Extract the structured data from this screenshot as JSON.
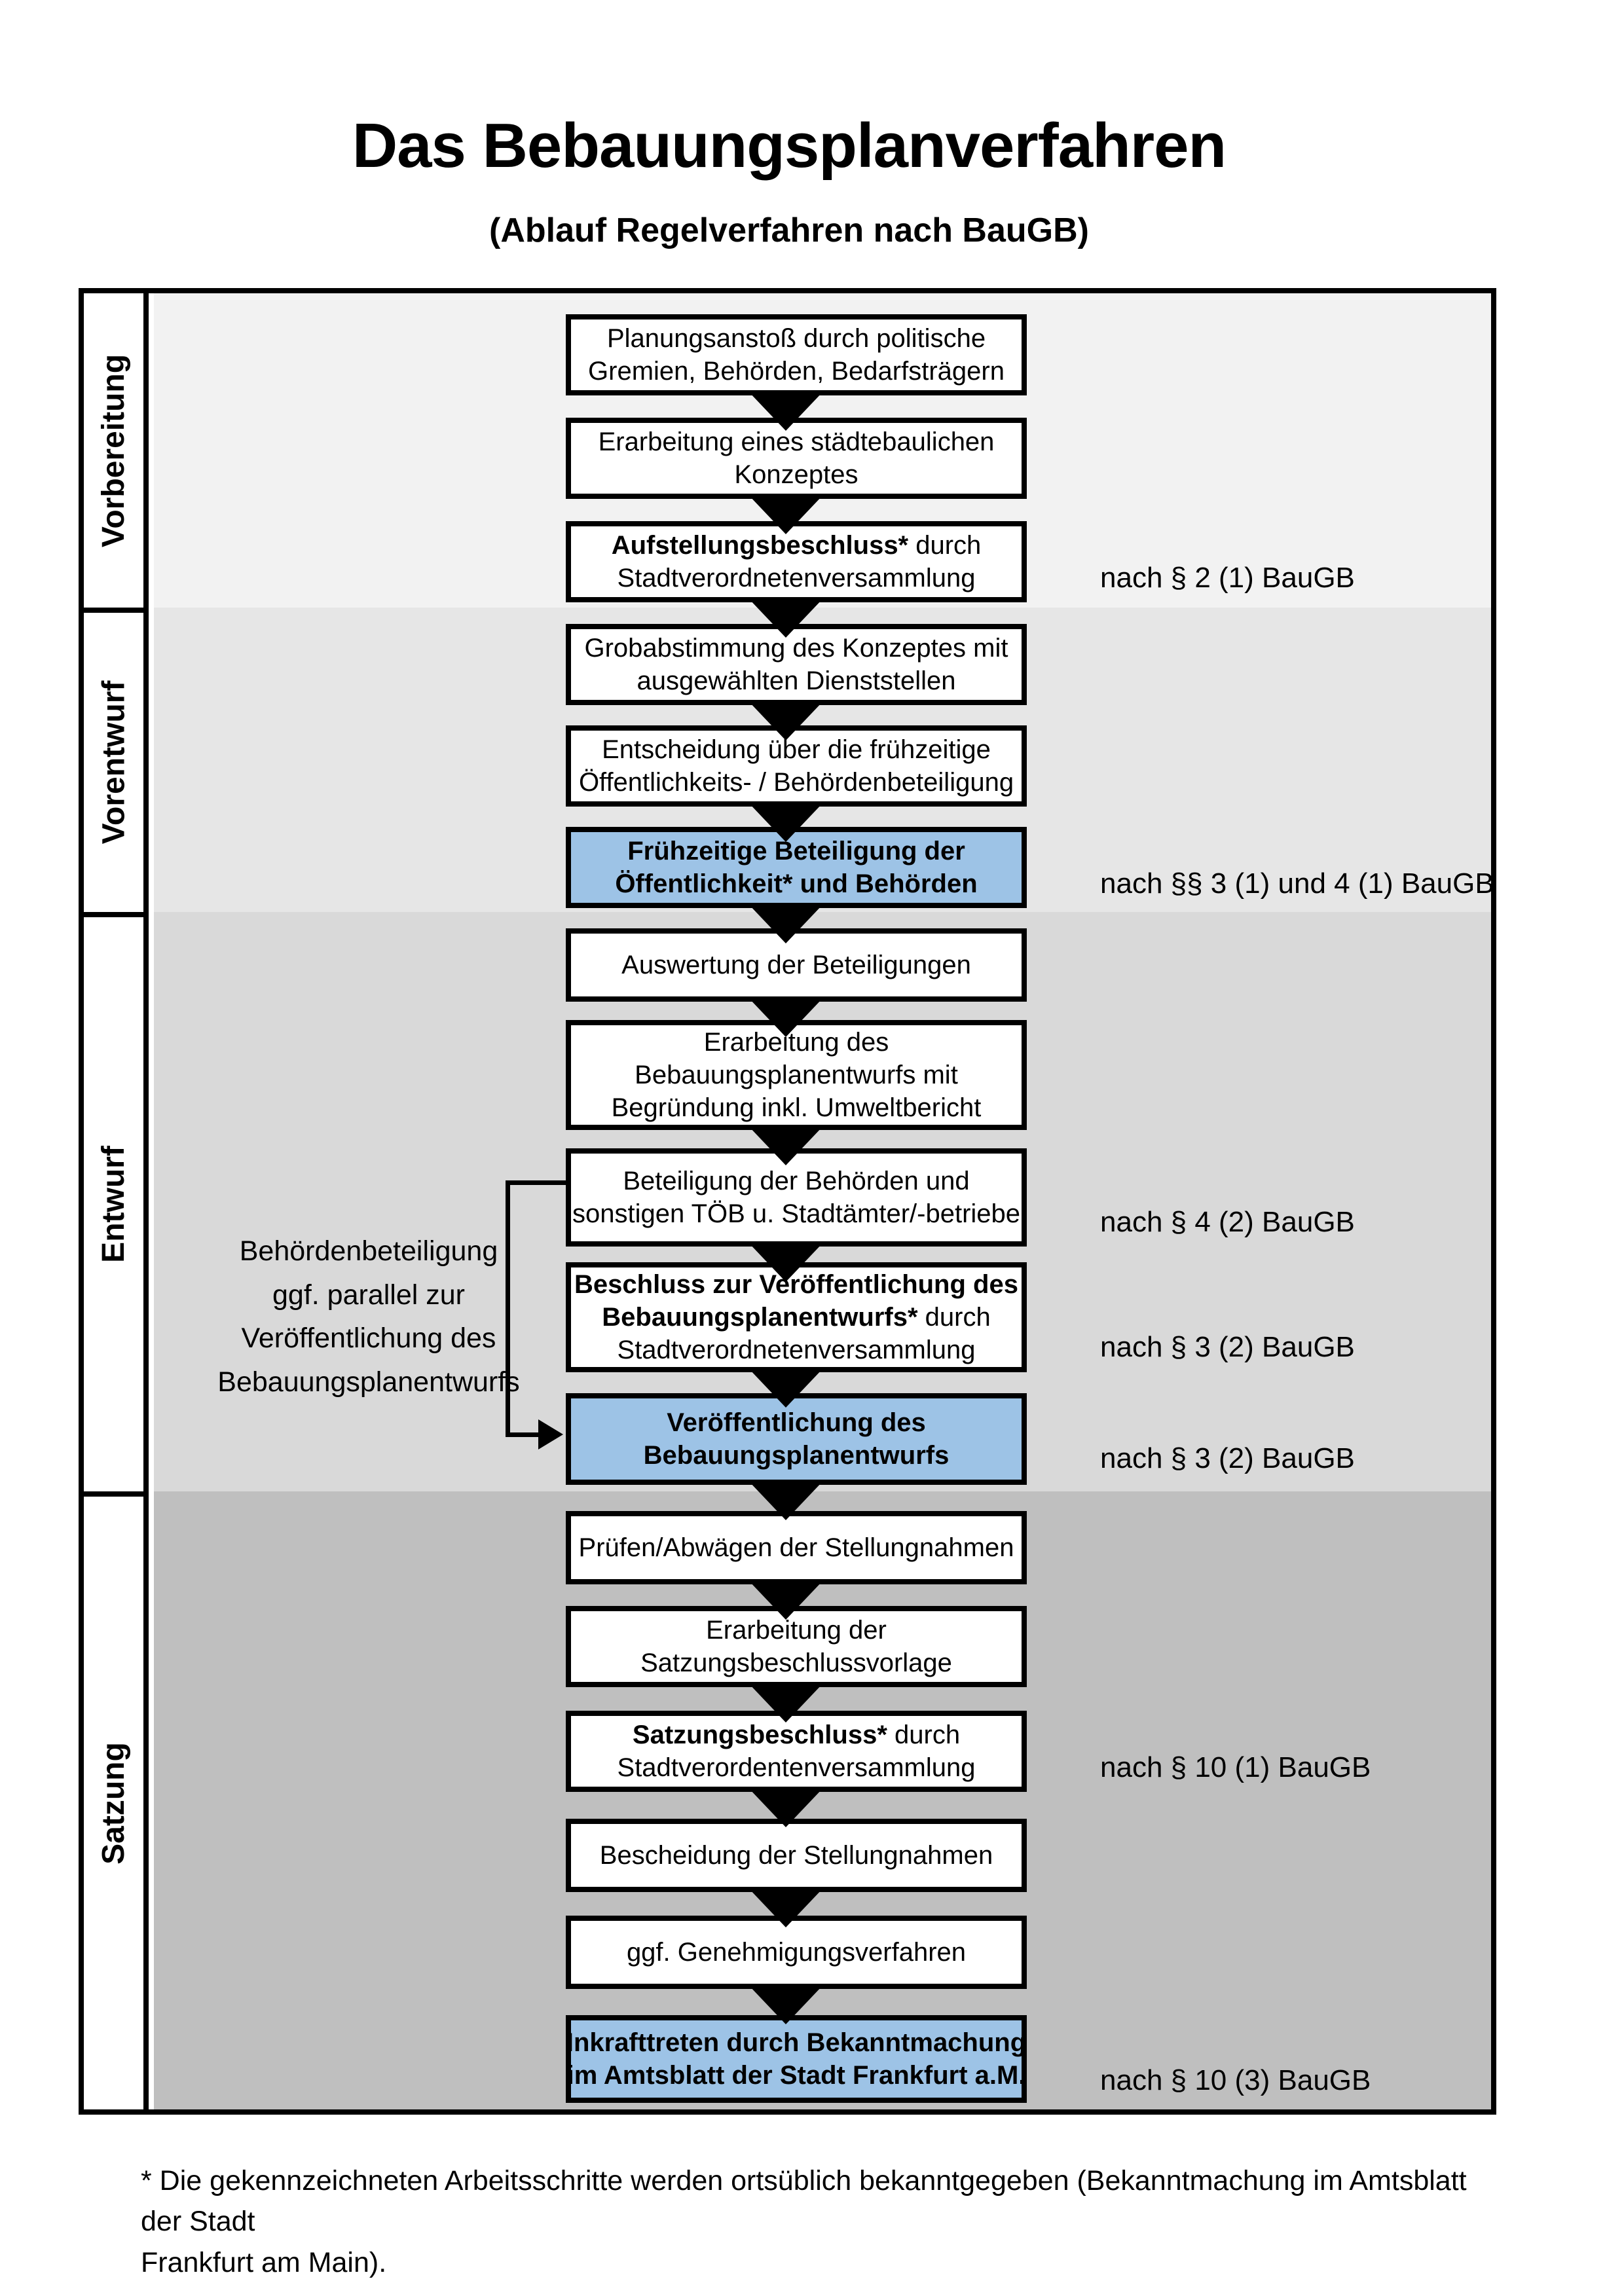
{
  "page": {
    "title": "Das Bebauungsplanverfahren",
    "subtitle": "(Ablauf Regelverfahren nach BauGB)"
  },
  "sections": [
    {
      "label": "Vorbereitung"
    },
    {
      "label": "Vorentwurf"
    },
    {
      "label": "Entwurf"
    },
    {
      "label": "Satzung"
    }
  ],
  "boxes": [
    {
      "section": "Vorbereitung",
      "highlighted": false,
      "lines": [
        {
          "bold": "",
          "rest": "Planungsanstoß durch politische"
        },
        {
          "bold": "",
          "rest": "Gremien, Behörden, Bedarfsträgern"
        }
      ]
    },
    {
      "section": "Vorbereitung",
      "highlighted": false,
      "lines": [
        {
          "bold": "",
          "rest": "Erarbeitung eines städtebaulichen"
        },
        {
          "bold": "",
          "rest": "Konzeptes"
        }
      ]
    },
    {
      "section": "Vorbereitung",
      "highlighted": false,
      "lines": [
        {
          "bold": "Aufstellungsbeschluss*",
          "rest": " durch"
        },
        {
          "bold": "",
          "rest": "Stadtverordnetenversammlung"
        }
      ]
    },
    {
      "section": "Vorentwurf",
      "highlighted": false,
      "lines": [
        {
          "bold": "",
          "rest": "Grobabstimmung des Konzeptes mit"
        },
        {
          "bold": "",
          "rest": "ausgewählten Dienststellen"
        }
      ]
    },
    {
      "section": "Vorentwurf",
      "highlighted": false,
      "lines": [
        {
          "bold": "",
          "rest": "Entscheidung über die frühzeitige"
        },
        {
          "bold": "",
          "rest": "Öffentlichkeits- / Behördenbeteiligung"
        }
      ]
    },
    {
      "section": "Vorentwurf",
      "highlighted": true,
      "lines": [
        {
          "bold": "Frühzeitige Beteiligung der",
          "rest": ""
        },
        {
          "bold": "Öffentlichkeit* und Behörden",
          "rest": ""
        }
      ]
    },
    {
      "section": "Entwurf",
      "highlighted": false,
      "lines": [
        {
          "bold": "",
          "rest": "Auswertung der Beteiligungen"
        }
      ]
    },
    {
      "section": "Entwurf",
      "highlighted": false,
      "lines": [
        {
          "bold": "",
          "rest": "Erarbeitung des"
        },
        {
          "bold": "",
          "rest": "Bebauungsplanentwurfs mit"
        },
        {
          "bold": "",
          "rest": "Begründung inkl. Umweltbericht"
        }
      ]
    },
    {
      "section": "Entwurf",
      "highlighted": false,
      "lines": [
        {
          "bold": "",
          "rest": "Beteiligung der Behörden und"
        },
        {
          "bold": "",
          "rest": "sonstigen TÖB u. Stadtämter/-betriebe"
        }
      ]
    },
    {
      "section": "Entwurf",
      "highlighted": false,
      "lines": [
        {
          "bold": "Beschluss zur Veröffentlichung des",
          "rest": ""
        },
        {
          "bold": "Bebauungsplanentwurfs*",
          "rest": " durch"
        },
        {
          "bold": "",
          "rest": "Stadtverordnetenversammlung"
        }
      ]
    },
    {
      "section": "Entwurf",
      "highlighted": true,
      "lines": [
        {
          "bold": "Veröffentlichung des",
          "rest": ""
        },
        {
          "bold": "Bebauungsplanentwurfs",
          "rest": ""
        }
      ]
    },
    {
      "section": "Satzung",
      "highlighted": false,
      "lines": [
        {
          "bold": "",
          "rest": "Prüfen/Abwägen der Stellungnahmen"
        }
      ]
    },
    {
      "section": "Satzung",
      "highlighted": false,
      "lines": [
        {
          "bold": "",
          "rest": "Erarbeitung der"
        },
        {
          "bold": "",
          "rest": "Satzungsbeschlussvorlage"
        }
      ]
    },
    {
      "section": "Satzung",
      "highlighted": false,
      "lines": [
        {
          "bold": "Satzungsbeschluss*",
          "rest": " durch"
        },
        {
          "bold": "",
          "rest": "Stadtverordentenversammlung"
        }
      ]
    },
    {
      "section": "Satzung",
      "highlighted": false,
      "lines": [
        {
          "bold": "",
          "rest": "Bescheidung der Stellungnahmen"
        }
      ]
    },
    {
      "section": "Satzung",
      "highlighted": false,
      "lines": [
        {
          "bold": "",
          "rest": "ggf. Genehmigungsverfahren"
        }
      ]
    },
    {
      "section": "Satzung",
      "highlighted": true,
      "lines": [
        {
          "bold": "Inkrafttreten",
          "rest": " durch Bekanntmachung"
        },
        {
          "bold": "",
          "rest": "im Amtsblatt der Stadt Frankfurt a.M."
        }
      ]
    }
  ],
  "annotations": [
    {
      "text": "nach § 2 (1) BauGB",
      "for": "flow-box-aufstellungsbeschluss"
    },
    {
      "text": "nach §§ 3 (1) und 4 (1) BauGB",
      "for": "flow-box-fruehzeitige-beteiligung"
    },
    {
      "text": "nach § 4 (2) BauGB",
      "for": "flow-box-beteiligung-behoerden"
    },
    {
      "text": "nach § 3 (2) BauGB",
      "for": "flow-box-beschluss-veroeffentlichung"
    },
    {
      "text": "nach § 3 (2) BauGB",
      "for": "flow-box-veroeffentlichung"
    },
    {
      "text": "nach § 10 (1) BauGB",
      "for": "flow-box-satzungsbeschluss"
    },
    {
      "text": "nach § 10 (3) BauGB",
      "for": "flow-box-inkrafttreten"
    }
  ],
  "side_note": {
    "lines": [
      "Behördenbeteiligung",
      "ggf. parallel zur",
      "Veröffentlichung des",
      "Bebauungsplanentwurfs"
    ]
  },
  "footnote": {
    "line1": "* Die gekennzeichneten Arbeitsschritte werden ortsüblich bekanntgegeben (Bekanntmachung im Amtsblatt  der Stadt",
    "line2": "Frankfurt am Main)."
  },
  "colors": {
    "highlight_blue": "#9DC3E6",
    "band_vorbereitung": "#F2F2F2",
    "band_vorentwurf": "#E6E6E6",
    "band_entwurf": "#D9D9D9",
    "band_satzung": "#BFBFBF",
    "line_black": "#000000"
  }
}
